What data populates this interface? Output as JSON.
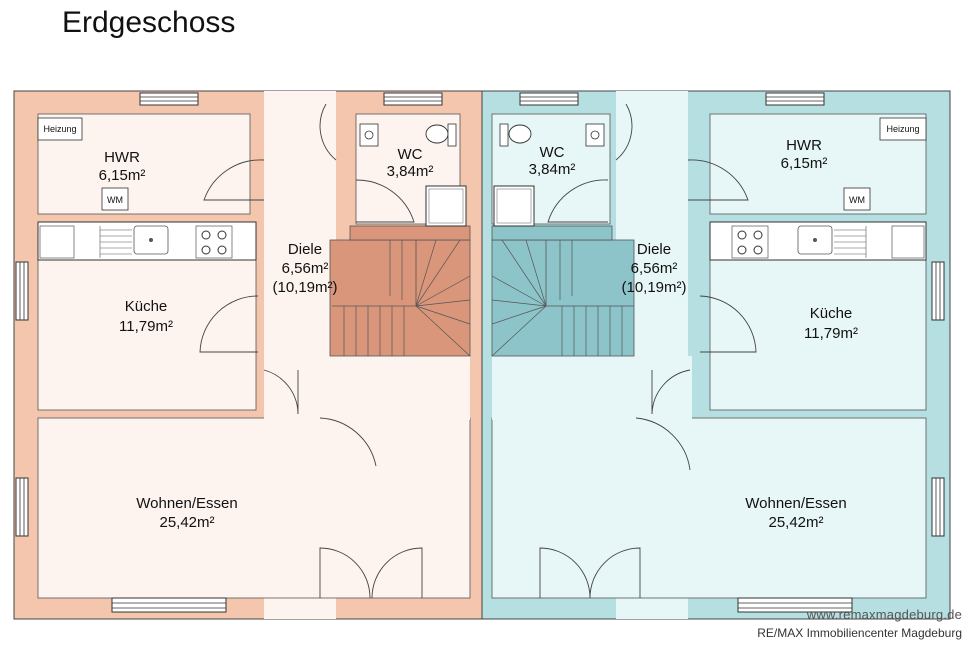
{
  "title": "Erdgeschoss",
  "colors": {
    "left_wall": "#f4c6ad",
    "left_floor": "#fdf3ef",
    "right_wall": "#b6dfe1",
    "right_floor": "#e7f6f6",
    "stair_left": "#d9967b",
    "stair_right": "#8cc4c9"
  },
  "left_unit": {
    "hwr": {
      "name": "HWR",
      "area": "6,15m²"
    },
    "heizung": "Heizung",
    "wm": "WM",
    "wc": {
      "name": "WC",
      "area": "3,84m²"
    },
    "diele": {
      "name": "Diele",
      "area": "6,56m²",
      "area_alt": "(10,19m²)"
    },
    "kueche": {
      "name": "Küche",
      "area": "11,79m²"
    },
    "wohnen": {
      "name": "Wohnen/Essen",
      "area": "25,42m²"
    }
  },
  "right_unit": {
    "hwr": {
      "name": "HWR",
      "area": "6,15m²"
    },
    "heizung": "Heizung",
    "wm": "WM",
    "wc": {
      "name": "WC",
      "area": "3,84m²"
    },
    "diele": {
      "name": "Diele",
      "area": "6,56m²",
      "area_alt": "(10,19m²)"
    },
    "kueche": {
      "name": "Küche",
      "area": "11,79m²"
    },
    "wohnen": {
      "name": "Wohnen/Essen",
      "area": "25,42m²"
    }
  },
  "watermark": {
    "url": "www.remaxmagdeburg.de",
    "company": "RE/MAX Immobiliencenter Magdeburg"
  }
}
